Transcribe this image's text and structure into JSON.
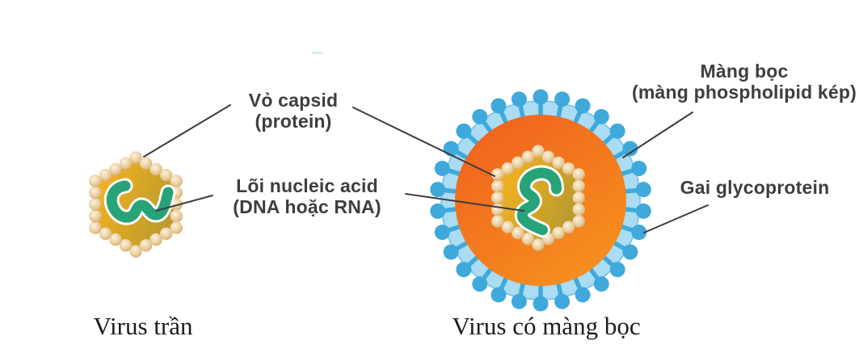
{
  "figure": {
    "labels": {
      "capsid": {
        "line1": "Vỏ capsid",
        "line2": "(protein)"
      },
      "nucleic_core": {
        "line1": "Lõi nucleic acid",
        "line2": "(DNA hoặc RNA)"
      },
      "envelope": {
        "line1": "Màng bọc",
        "line2": "(màng phospholipid kép)"
      },
      "glycoprotein_spike": {
        "text": "Gai glycoprotein"
      }
    },
    "captions": {
      "naked_virus": "Virus trần",
      "enveloped_virus": "Virus có màng bọc"
    },
    "colors": {
      "capsid_gold_light": "#f5b321",
      "capsid_gold_dark": "#b4982e",
      "capsomere_light": "#faf3e0",
      "capsomere_mid": "#e9cb97",
      "capsomere_dark": "#c0955a",
      "capsid_rim_teal": "#55bdd0",
      "nucleic_acid_green": "#27a377",
      "nucleic_acid_casing": "#ffffff",
      "envelope_orange_dark": "#f1611f",
      "envelope_orange_light": "#f6921e",
      "membrane_light_blue": "#aadcf3",
      "membrane_edge_blue": "#6fc2ea",
      "spike_blue": "#3fa9dc",
      "pointer_line": "#3c3c3c",
      "label_text": "#3e3e3e",
      "caption_text": "#1c1c1c"
    },
    "structure": {
      "spike_count": 30,
      "capsomere_beads_per_side": 4,
      "hexagon_sides": 6
    }
  }
}
